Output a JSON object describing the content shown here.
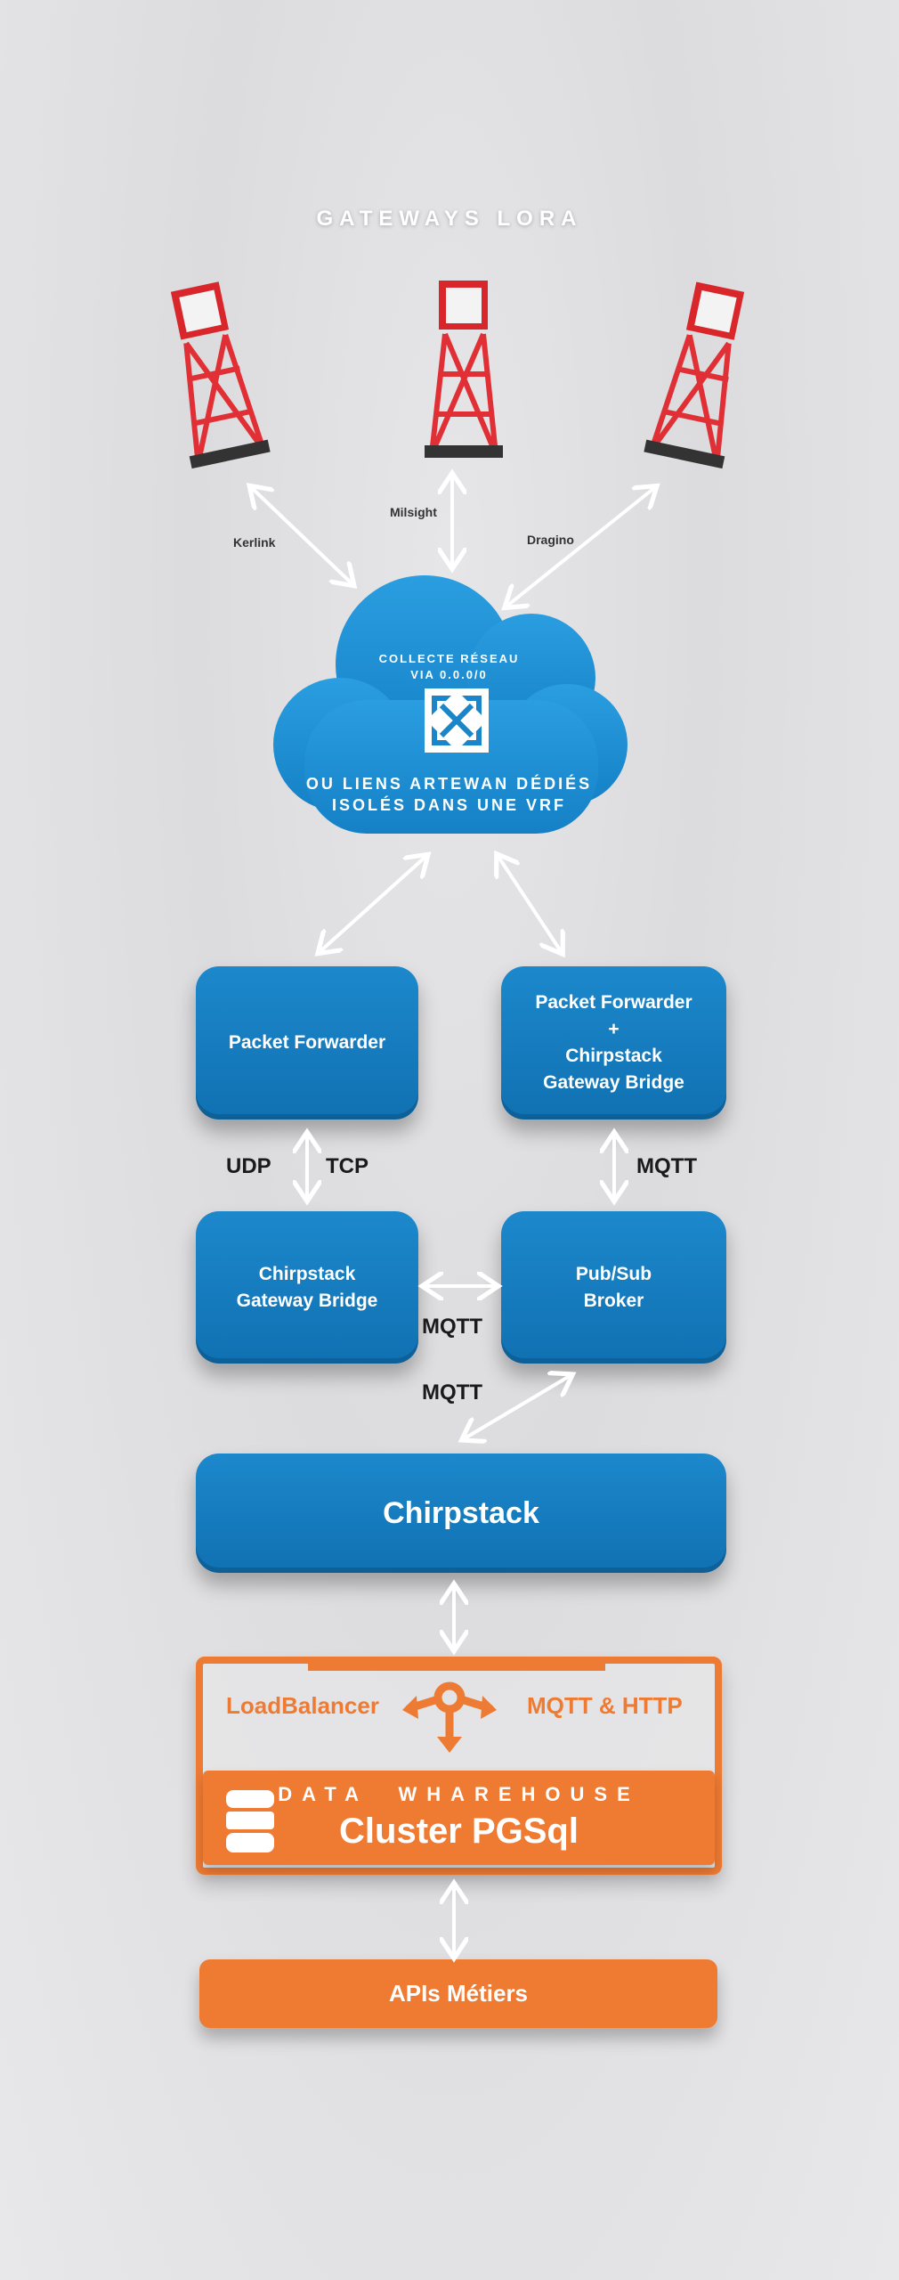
{
  "title": "GATEWAYS LORA",
  "gateways": [
    {
      "label": "Kerlink"
    },
    {
      "label": "Milsight"
    },
    {
      "label": "Dragino"
    }
  ],
  "cloud": {
    "line1": "COLLECTE RÉSEAU",
    "line2": "VIA 0.0.0/0",
    "line3": "OU LIENS ARTEWAN DÉDIÉS",
    "line4": "ISOLÉS DANS UNE VRF",
    "icon": "expand-arrows-icon"
  },
  "boxes": {
    "packet_forwarder": "Packet Forwarder",
    "pf_bridge": [
      "Packet Forwarder",
      "+",
      "Chirpstack",
      "Gateway Bridge"
    ],
    "gateway_bridge": [
      "Chirpstack",
      "Gateway Bridge"
    ],
    "broker": [
      "Pub/Sub",
      "Broker"
    ],
    "chirpstack": "Chirpstack"
  },
  "protocols": {
    "udp": "UDP",
    "tcp": "TCP",
    "mqtt_right": "MQTT",
    "mqtt_middle": "MQTT",
    "mqtt_lower": "MQTT"
  },
  "loadbalancer": {
    "label": "LoadBalancer",
    "protocols": "MQTT & HTTP"
  },
  "warehouse": {
    "title": "DATA  WHAREHOUSE",
    "name": "Cluster PGSql"
  },
  "apis": "APIs Métiers",
  "colors": {
    "blue": "#1a82c4",
    "orange": "#ef7a31",
    "background": "#e2e2e4"
  }
}
